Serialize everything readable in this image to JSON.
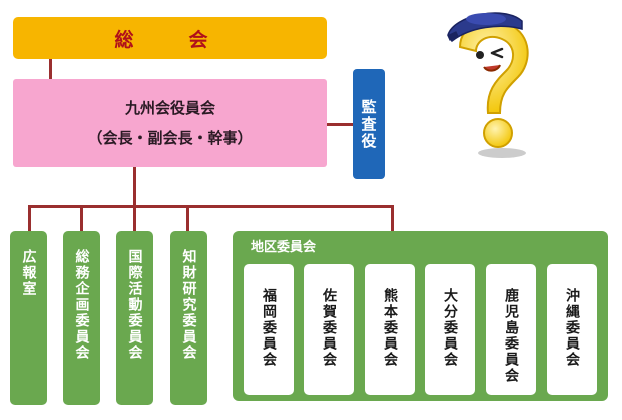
{
  "general_assembly": "総　会",
  "board": {
    "title": "九州会役員会",
    "members": "（会長・副会長・幹事）"
  },
  "auditor": "監査役",
  "committees": [
    "広報室",
    "総務企画委員会",
    "国際活動委員会",
    "知財研究委員会"
  ],
  "regional": {
    "title": "地区委員会",
    "subcommittees": [
      "福岡委員会",
      "佐賀委員会",
      "熊本委員会",
      "大分委員会",
      "鹿児島委員会",
      "沖縄委員会"
    ]
  },
  "colors": {
    "general": "#f7b500",
    "general_text": "#b0101a",
    "board": "#f7a6cf",
    "auditor": "#1f67b8",
    "committee": "#6aa84f",
    "connector": "#9a2f2f"
  },
  "mascot_icon": "question-mark-mascot-icon"
}
